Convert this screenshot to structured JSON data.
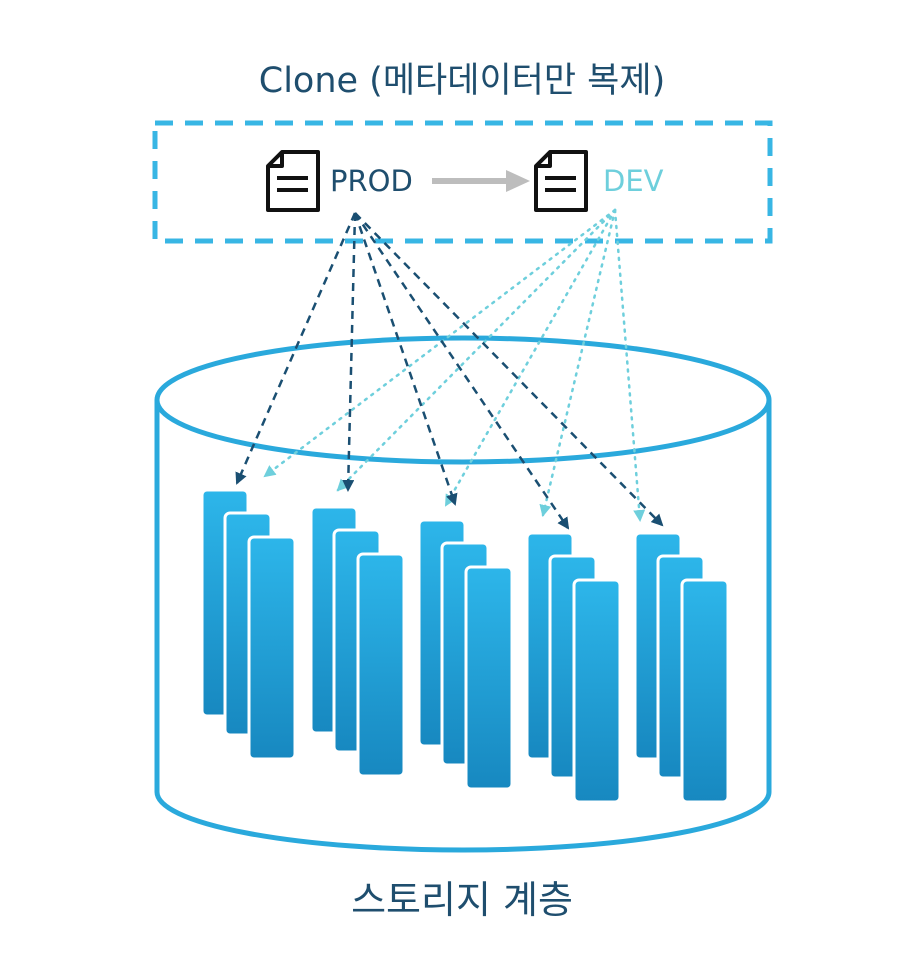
{
  "title": "Clone (메타데이터만 복제)",
  "source_label": "PROD",
  "target_label": "DEV",
  "storage_label": "스토리지 계층",
  "icons": {
    "source": "document-icon",
    "target": "document-icon",
    "copy_arrow": "arrow-right-icon",
    "storage": "database-cylinder-icon"
  },
  "colors": {
    "title_text": "#1f4e6e",
    "accent_blue": "#2aa9dc",
    "dashed_box": "#38b6e4",
    "prod_arrow": "#1a4f72",
    "dev_arrow": "#6ecfdc",
    "gray_arrow": "#bdbdbd"
  },
  "storage": {
    "file_groups": 5,
    "files_per_group": 3
  }
}
